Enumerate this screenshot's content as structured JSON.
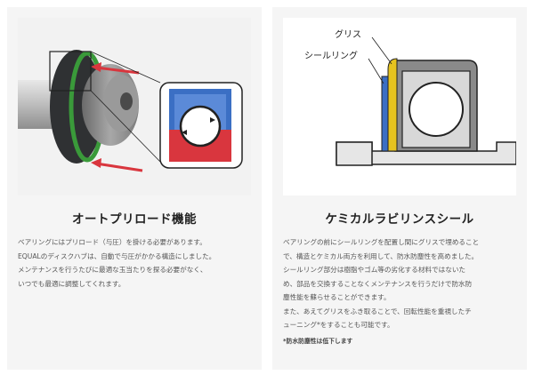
{
  "left": {
    "title": "オートプリロード機能",
    "paragraphs": [
      "ベアリングにはプリロード（与圧）を掛ける必要があります。",
      "EQUALのディスクハブは、自動で与圧がかかる構造にしました。",
      "メンテナンスを行うたびに最適な玉当たりを探る必要がなく、",
      "いつでも最適に調整してくれます。"
    ]
  },
  "right": {
    "title": "ケミカルラビリンスシール",
    "labels": {
      "grease": "グリス",
      "seal_ring": "シールリング"
    },
    "paragraphs": [
      "ベアリングの前にシールリングを配置し間にグリスで埋めること",
      "で、構造とケミカル両方を利用して、防水防塵性を高めました。",
      "シールリング部分は樹脂やゴム等の劣化する材料ではないた",
      "め、部品を交換することなくメンテナンスを行うだけで防水防",
      "塵性能を蘇らせることができます。",
      "また、あえてグリスをふき取ることで、回転性能を重視したチ",
      "ューニング*をすることも可能です。"
    ],
    "note": "*防水防塵性は低下します"
  },
  "colors": {
    "card_bg": "#f5f5f5",
    "accent_red": "#d9363e",
    "accent_blue": "#3b6fc4",
    "seal_green": "#3a9a3a",
    "grease_yellow": "#e6c31f"
  }
}
